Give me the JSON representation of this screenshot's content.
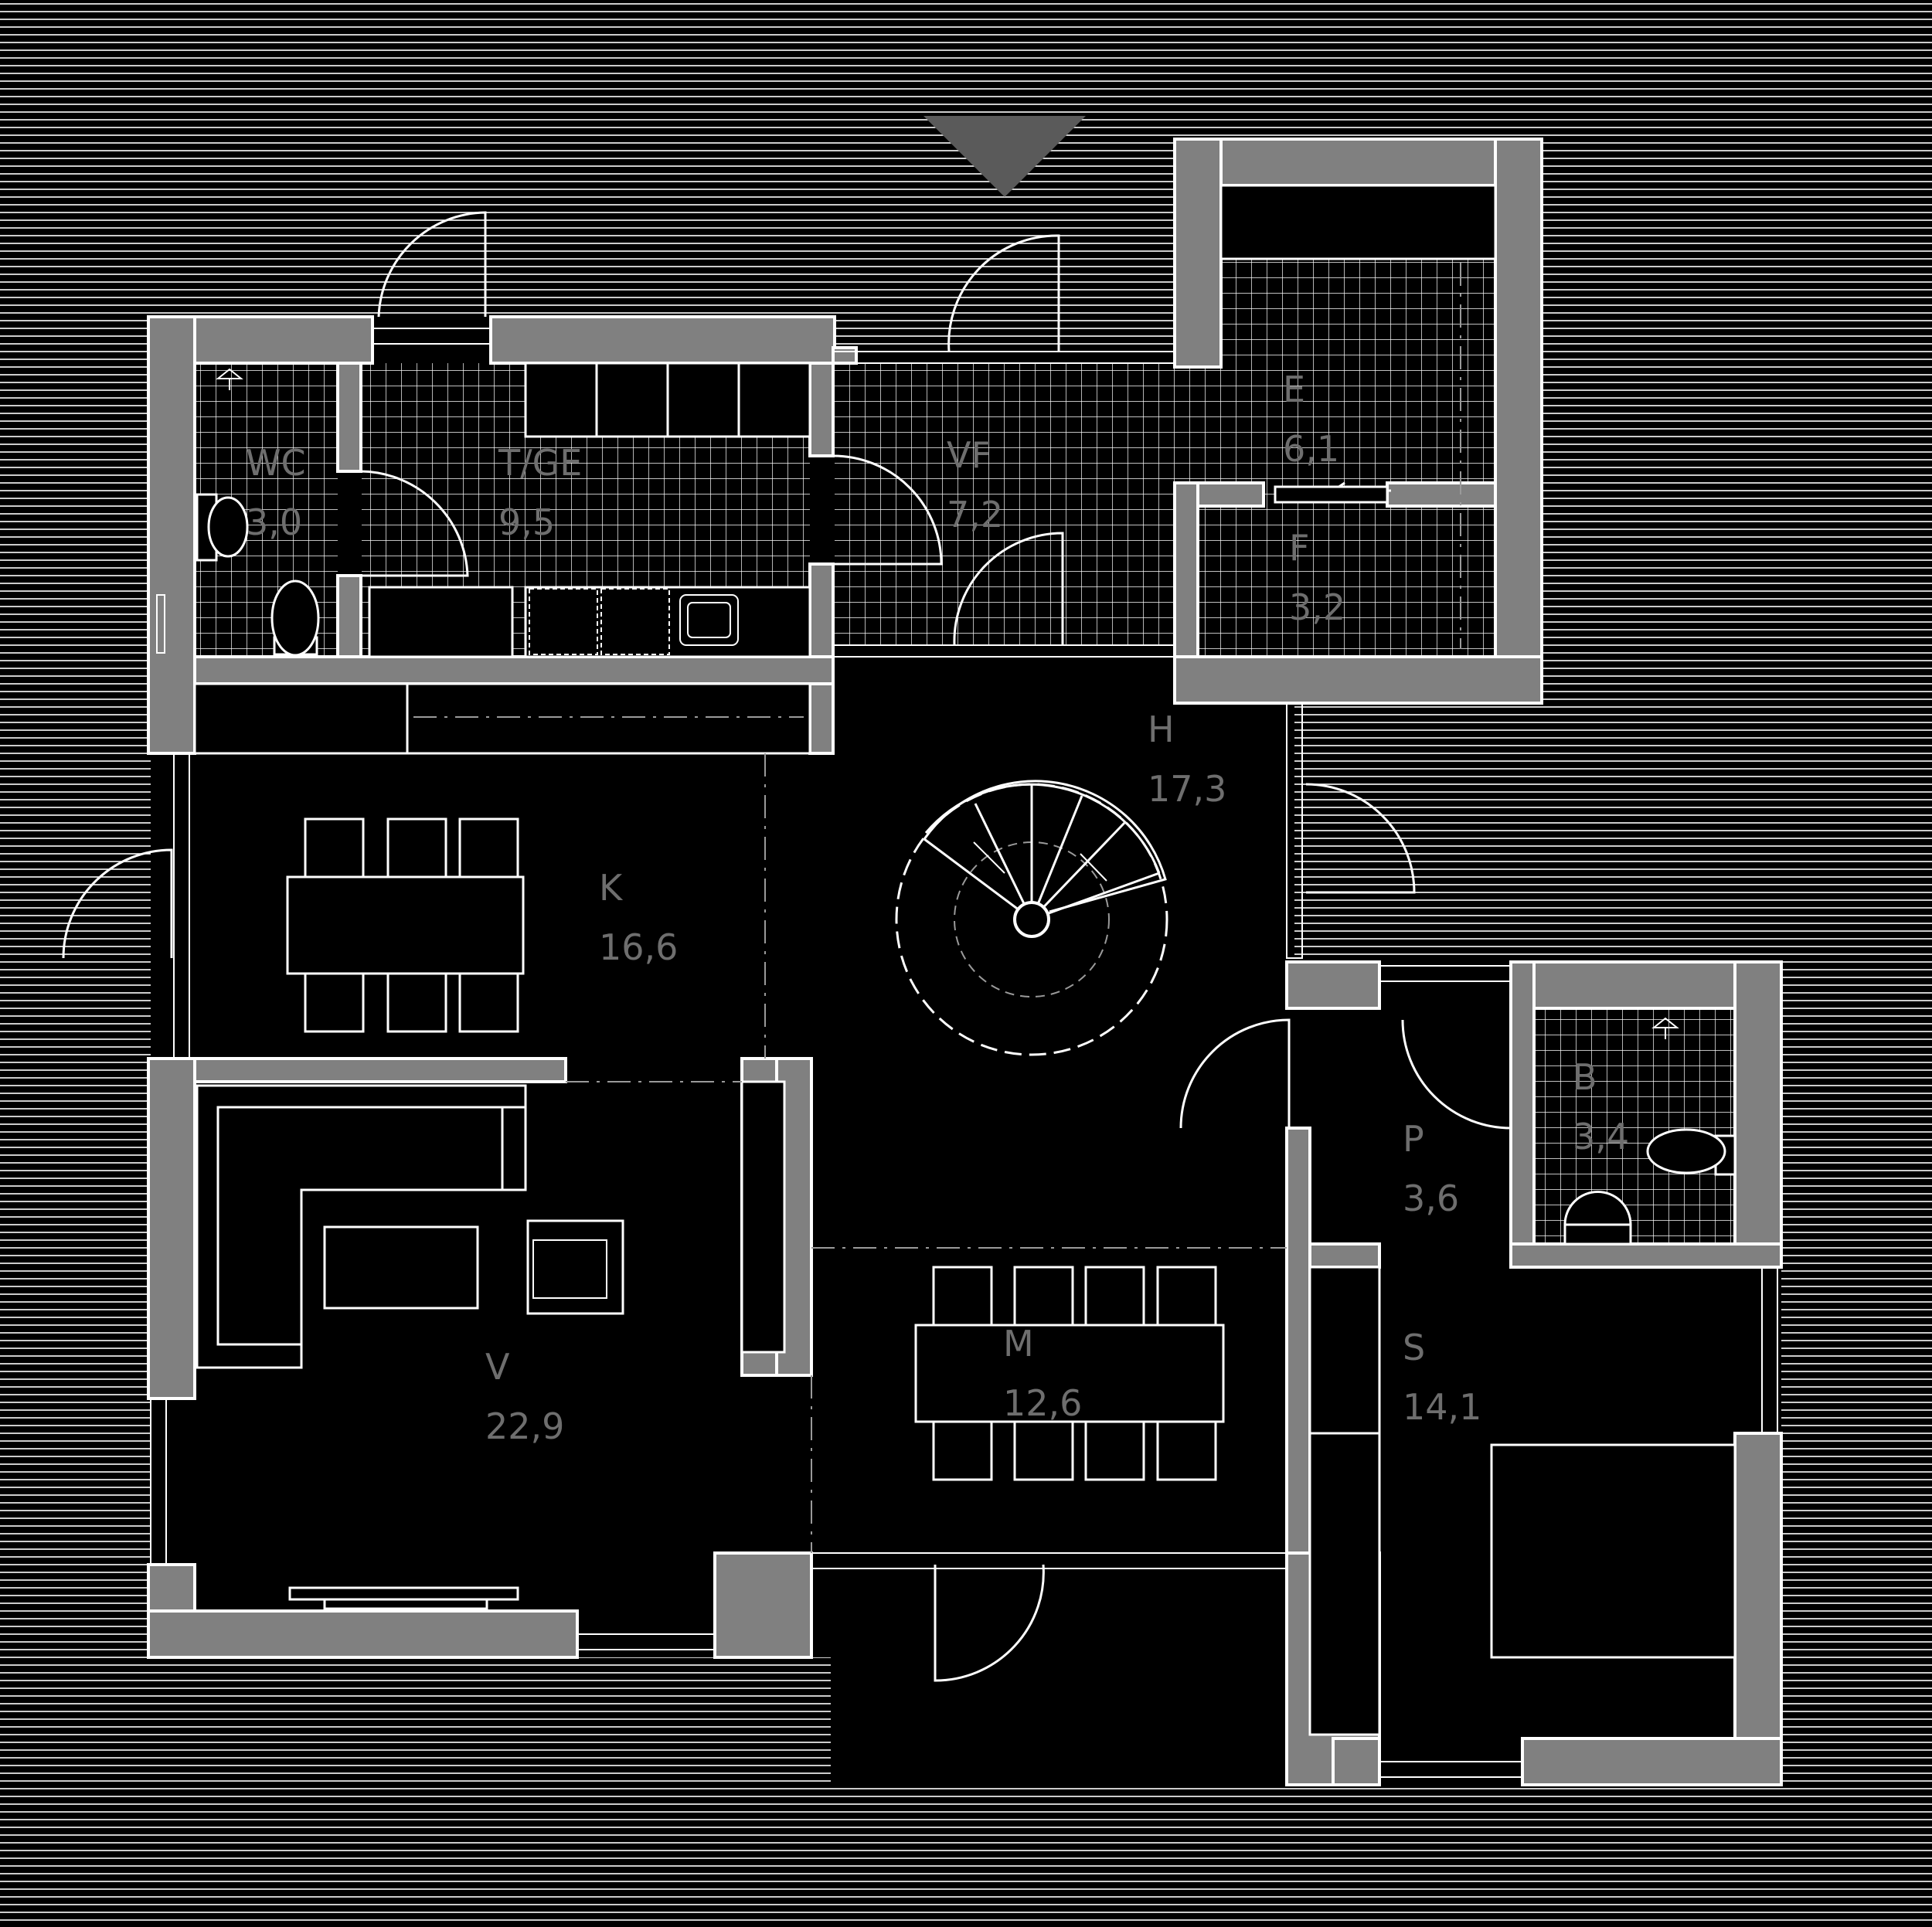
{
  "colors": {
    "background": "#000000",
    "wall_fill": "#808080",
    "line": "#ffffff",
    "label": "#6e6e6e",
    "hatch": "#ffffff",
    "north_marker": "#5a5a5a"
  },
  "rooms": [
    {
      "id": "wc",
      "code": "WC",
      "area": "3,0"
    },
    {
      "id": "tge",
      "code": "T/GE",
      "area": "9,5"
    },
    {
      "id": "vf",
      "code": "VF",
      "area": "7,2"
    },
    {
      "id": "e",
      "code": "E",
      "area": "6,1"
    },
    {
      "id": "f",
      "code": "F",
      "area": "3,2"
    },
    {
      "id": "h",
      "code": "H",
      "area": "17,3"
    },
    {
      "id": "k",
      "code": "K",
      "area": "16,6"
    },
    {
      "id": "b",
      "code": "B",
      "area": "3,4"
    },
    {
      "id": "p",
      "code": "P",
      "area": "3,6"
    },
    {
      "id": "v",
      "code": "V",
      "area": "22,9"
    },
    {
      "id": "m",
      "code": "M",
      "area": "12,6"
    },
    {
      "id": "s",
      "code": "S",
      "area": "14,1"
    }
  ],
  "icons": {
    "north_marker": "triangle-down-icon",
    "spiral_stair": "spiral-staircase-icon",
    "shower": "shower-drain-icon",
    "toilet": "toilet-icon"
  }
}
